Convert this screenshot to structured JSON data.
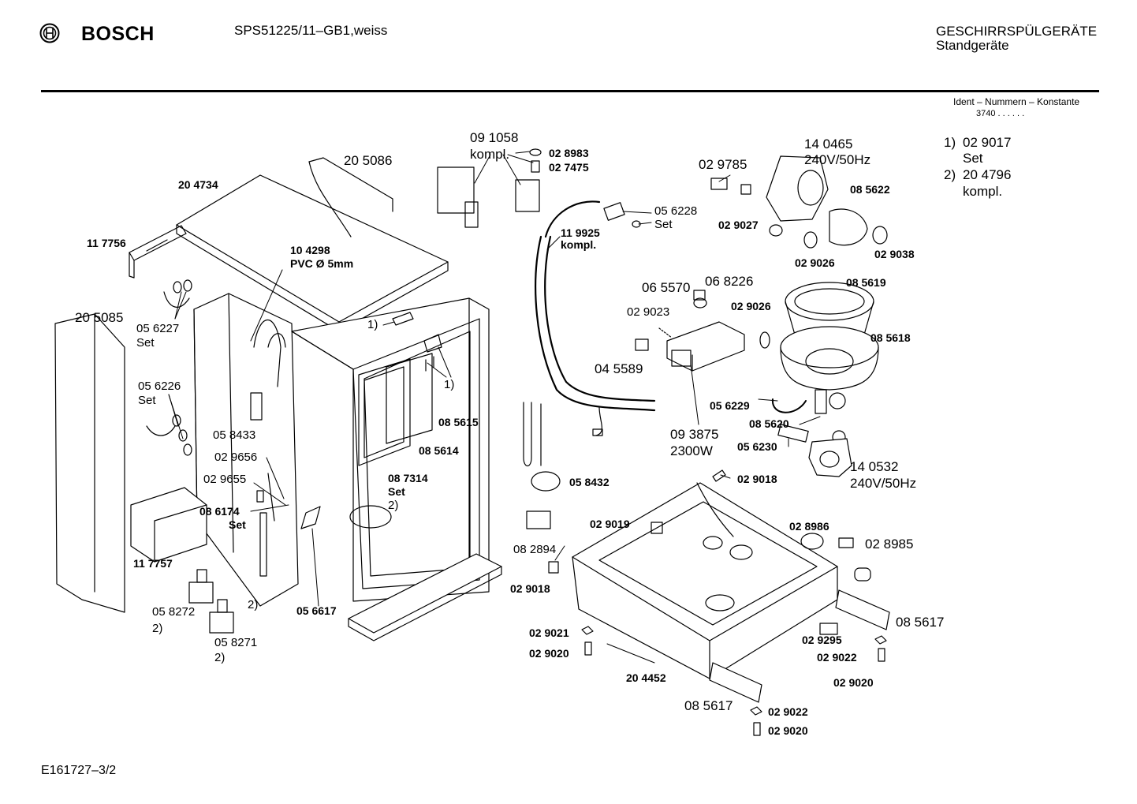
{
  "header": {
    "brand": "BOSCH",
    "model": "SPS51225/11–GB1,weiss",
    "category": "GESCHIRRSPÜLGERÄTE",
    "subcategory": "Standgeräte",
    "ident_label": "Ident – Nummern – Konstante",
    "ident_value": "3740  .  .    .  .  .  ."
  },
  "footnotes": {
    "n1_num": "1)",
    "n1_part": "02 9017",
    "n1_desc": "Set",
    "n2_num": "2)",
    "n2_part": "20 4796",
    "n2_desc": "kompl."
  },
  "footer": {
    "doc_id": "E161727–3/2"
  },
  "parts": [
    {
      "text": "20 5086"
    },
    {
      "text": "20 4734"
    },
    {
      "text": "11 7756"
    },
    {
      "text": "10 4298"
    },
    {
      "text": "PVC Ø 5mm"
    },
    {
      "text": "20 5085"
    },
    {
      "text": "05 6227"
    },
    {
      "text": "Set"
    },
    {
      "text": "05 6226"
    },
    {
      "text": "Set"
    },
    {
      "text": "05 8433"
    },
    {
      "text": "02 9656"
    },
    {
      "text": "02 9655"
    },
    {
      "text": "08 6174"
    },
    {
      "text": "Set"
    },
    {
      "text": "11 7757"
    },
    {
      "text": "05 8272"
    },
    {
      "text": "2)"
    },
    {
      "text": "05 8271"
    },
    {
      "text": "2)"
    },
    {
      "text": "2)"
    },
    {
      "text": "05 6617"
    },
    {
      "text": "1)"
    },
    {
      "text": "1)"
    },
    {
      "text": "08 5615"
    },
    {
      "text": "08 5614"
    },
    {
      "text": "08 7314"
    },
    {
      "text": "Set"
    },
    {
      "text": "2)"
    },
    {
      "text": "08 2894"
    },
    {
      "text": "05 8432"
    },
    {
      "text": "09 1058"
    },
    {
      "text": "kompl."
    },
    {
      "text": "02 8983"
    },
    {
      "text": "02 7475"
    },
    {
      "text": "11 9925"
    },
    {
      "text": "kompl."
    },
    {
      "text": "05 6228"
    },
    {
      "text": "Set"
    },
    {
      "text": "02 9785"
    },
    {
      "text": "14 0465"
    },
    {
      "text": "240V/50Hz"
    },
    {
      "text": "08 5622"
    },
    {
      "text": "02 9027"
    },
    {
      "text": "02 9026"
    },
    {
      "text": "02 9038"
    },
    {
      "text": "06 5570"
    },
    {
      "text": "06 8226"
    },
    {
      "text": "02 9023"
    },
    {
      "text": "02 9026"
    },
    {
      "text": "08 5619"
    },
    {
      "text": "08 5618"
    },
    {
      "text": "04 5589"
    },
    {
      "text": "05 6229"
    },
    {
      "text": "08 5620"
    },
    {
      "text": "09 3875"
    },
    {
      "text": "2300W"
    },
    {
      "text": "05 6230"
    },
    {
      "text": "14 0532"
    },
    {
      "text": "240V/50Hz"
    },
    {
      "text": "02 9018"
    },
    {
      "text": "02 9019"
    },
    {
      "text": "02 8986"
    },
    {
      "text": "02 8985"
    },
    {
      "text": "02 9018"
    },
    {
      "text": "08 5617"
    },
    {
      "text": "02 9021"
    },
    {
      "text": "02 9020"
    },
    {
      "text": "02 9295"
    },
    {
      "text": "02 9022"
    },
    {
      "text": "02 9020"
    },
    {
      "text": "20 4452"
    },
    {
      "text": "08 5617"
    },
    {
      "text": "02 9022"
    },
    {
      "text": "02 9020"
    }
  ]
}
